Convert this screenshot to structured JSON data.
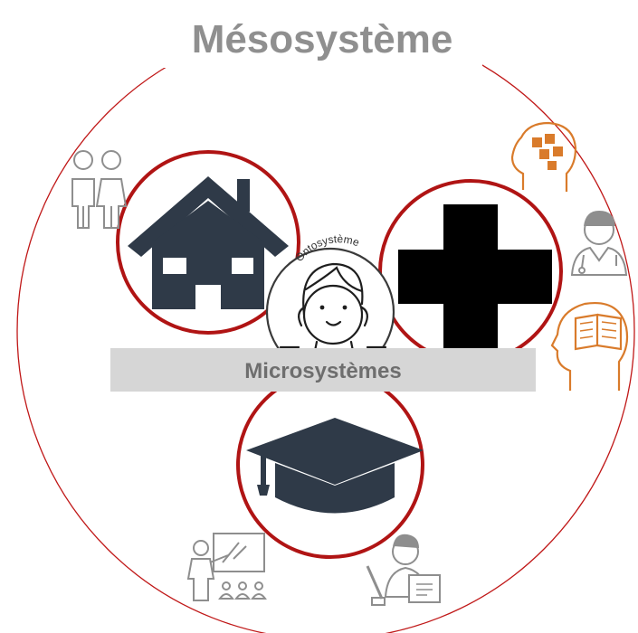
{
  "diagram": {
    "outer_label": "Mésosystème",
    "center_label": "Ontosystème",
    "band_label": "Microsystèmes",
    "colors": {
      "ring": "#c01818",
      "navy": "#2f3a48",
      "orange": "#d97b2b",
      "grey": "#8e8e8e",
      "band": "#d6d6d6",
      "outer_label": "#8f8f8f"
    },
    "microsystems": [
      {
        "icon": "house-icon"
      },
      {
        "icon": "medical-cross-icon"
      },
      {
        "icon": "graduation-cap-icon"
      }
    ],
    "mesosystem_icons": [
      "parents-icon",
      "puzzle-head-icon",
      "doctor-icon",
      "book-head-icon",
      "teacher-classroom-icon",
      "student-reading-icon"
    ]
  }
}
